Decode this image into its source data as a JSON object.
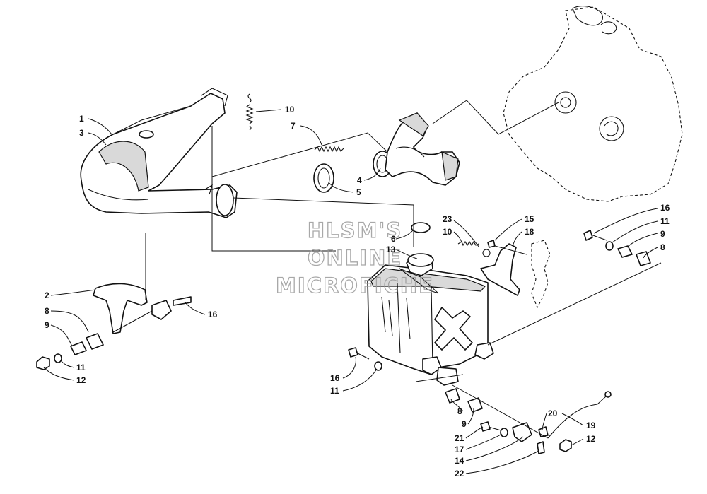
{
  "watermark": {
    "line1": "HLSM'S",
    "line2": "ONLINE",
    "line3": "MICROFICHE"
  },
  "callouts": {
    "c1": "1",
    "c3": "3",
    "c10a": "10",
    "c7": "7",
    "c4": "4",
    "c5": "5",
    "c6": "6",
    "c13": "13",
    "c2": "2",
    "c8a": "8",
    "c9a": "9",
    "c11a": "11",
    "c12a": "12",
    "c16a": "16",
    "c23": "23",
    "c10b": "10",
    "c15": "15",
    "c18": "18",
    "c16b": "16",
    "c11b": "11",
    "c9b": "9",
    "c8b": "8",
    "c16c": "16",
    "c11c": "11",
    "c8c": "8",
    "c9c": "9",
    "c20": "20",
    "c21": "21",
    "c17": "17",
    "c14": "14",
    "c22": "22",
    "c19": "19",
    "c12b": "12"
  },
  "icons": [
    "muffler-icon",
    "exhaust-manifold-icon",
    "engine-outline-icon",
    "exhaust-silencer-icon",
    "spring-icon",
    "bolt-icon",
    "washer-icon",
    "bracket-icon",
    "nut-icon"
  ]
}
